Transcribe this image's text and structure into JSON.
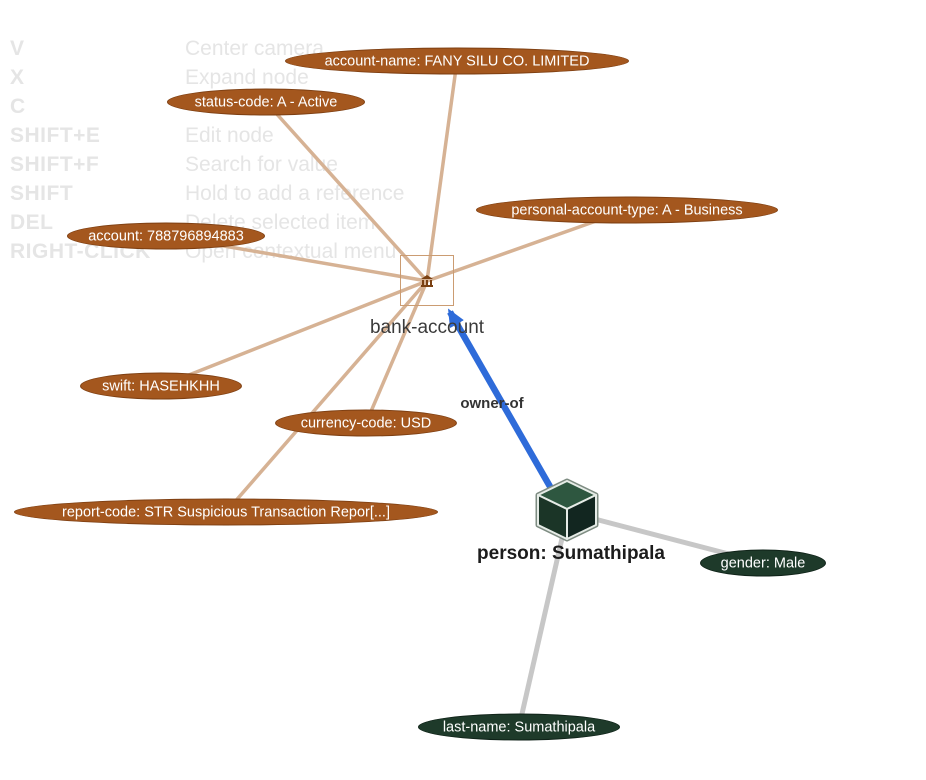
{
  "legend": {
    "shortcuts": [
      {
        "key": "V",
        "action": "Center camera"
      },
      {
        "key": "X",
        "action": "Expand node"
      },
      {
        "key": "C",
        "action": ""
      },
      {
        "key": "SHIFT+E",
        "action": "Edit node"
      },
      {
        "key": "SHIFT+F",
        "action": "Search for value"
      },
      {
        "key": "SHIFT",
        "action": "Hold to add a reference"
      },
      {
        "key": "DEL",
        "action": "Delete selected item"
      },
      {
        "key": "RIGHT-CLICK",
        "action": "Open contextual menu"
      }
    ]
  },
  "graph": {
    "entities": {
      "bank_account": {
        "label": "bank-account"
      },
      "person": {
        "label": "person: Sumathipala"
      }
    },
    "relation": {
      "label": "owner-of",
      "from": "person: Sumathipala",
      "to": "bank-account"
    },
    "bank_attributes": [
      {
        "label": "account-name: FANY SILU CO. LIMITED"
      },
      {
        "label": "status-code: A - Active"
      },
      {
        "label": "personal-account-type: A - Business"
      },
      {
        "label": "account: 788796894883"
      },
      {
        "label": "swift: HASEHKHH"
      },
      {
        "label": "currency-code: USD"
      },
      {
        "label": "report-code: STR Suspicious Transaction Repor[...]"
      }
    ],
    "person_attributes": [
      {
        "label": "gender: Male"
      },
      {
        "label": "last-name: Sumathipala"
      }
    ]
  },
  "icons": {
    "bank_account": "bank-building-icon",
    "person": "green-cube-icon"
  },
  "colors": {
    "legend_color": "#e5e5e5",
    "bank_attribute_fill": "#a4571e",
    "bank_attribute_border": "#7e3f12",
    "person_attribute_fill": "#1e3a2a",
    "person_attribute_border": "#0f2218",
    "attribute_edge": "#d6b294",
    "person_edge": "#c7c7c7",
    "relation_edge": "#2e6bd9"
  }
}
